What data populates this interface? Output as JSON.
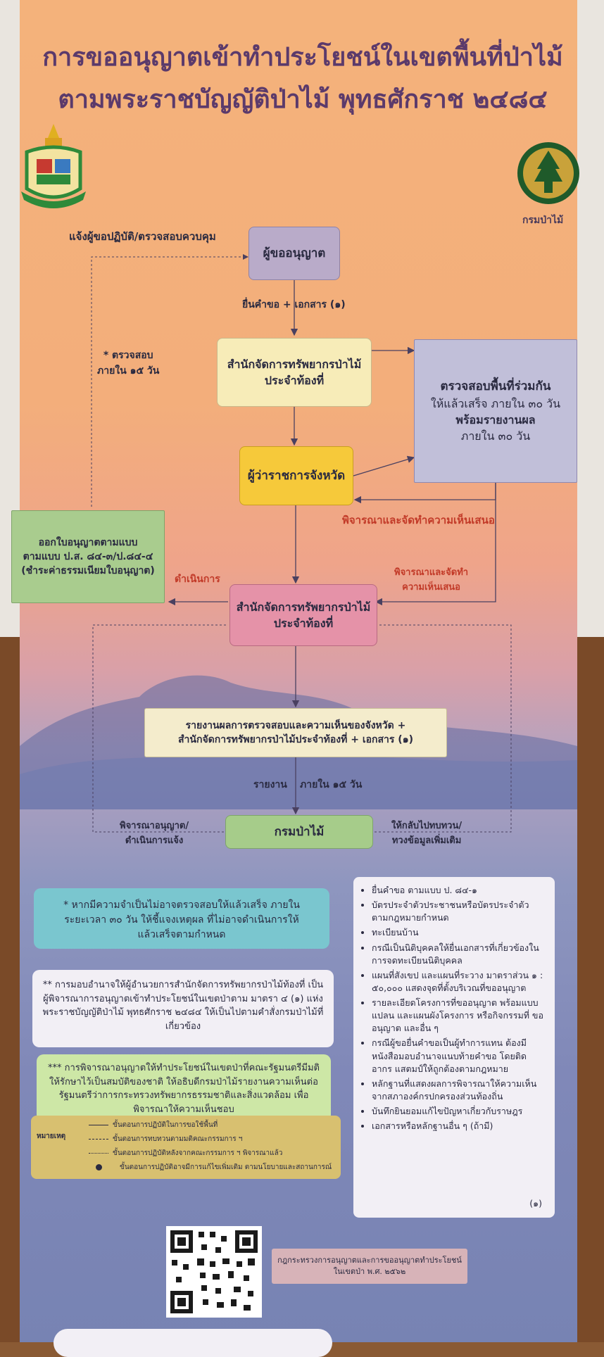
{
  "title": {
    "line1": "การขออนุญาตเข้าทำประโยชน์ในเขตพื้นที่ป่าไม้",
    "line2": "ตามพระราชบัญญัติป่าไม้ พุทธศักราช ๒๔๘๔"
  },
  "logo_right_label": "กรมป่าไม้",
  "flow": {
    "applicant": "ผู้ขออนุญาต",
    "submit_label": "ยื่นคำขอ + เอกสาร (๑)",
    "office1_line1": "สำนักจัดการทรัพยากรป่าไม้",
    "office1_line2": "ประจำท้องที่",
    "inspect_line1": "ตรวจสอบพื้นที่ร่วมกัน",
    "inspect_line2": "ให้แล้วเสร็จ ภายใน ๓๐ วัน",
    "inspect_line3": "พร้อมรายงานผล",
    "inspect_line4": "ภายใน ๓๐ วัน",
    "governor": "ผู้ว่าราชการจังหวัด",
    "consider_red": "พิจารณาและจัดทำความเห็นเสนอ",
    "consider_red2_line1": "พิจารณาและจัดทำ",
    "consider_red2_line2": "ความเห็นเสนอ",
    "notify_label": "แจ้งผู้ขอปฏิบัติ/ตรวจสอบควบคุม",
    "check_label_line1": "* ตรวจสอบ",
    "check_label_line2": "ภายใน ๑๕ วัน",
    "permit_line1": "ออกใบอนุญาตตามแบบ",
    "permit_line2": "ตามแบบ ป.ส. ๘๔-๓/ป.๘๔-๔",
    "permit_line3": "(ชำระค่าธรรมเนียมใบอนุญาต)",
    "proceed_label": "ดำเนินการ",
    "office2_line1": "สำนักจัดการทรัพยากรป่าไม้",
    "office2_line2": "ประจำท้องที่",
    "report_line1": "รายงานผลการตรวจสอบและความเห็นของจังหวัด +",
    "report_line2": "สำนักจัดการทรัพยากรป่าไม้ประจำท้องที่ + เอกสาร (๑)",
    "report_label_a": "รายงาน",
    "report_label_b": "ภายใน ๑๕ วัน",
    "dept": "กรมป่าไม้",
    "left_dept_line1": "พิจารณาอนุญาต/",
    "left_dept_line2": "ดำเนินการแจ้ง",
    "right_dept_line1": "ให้กลับไปทบทวน/",
    "right_dept_line2": "ทวงข้อมูลเพิ่มเติม"
  },
  "notes": {
    "note1": "* หากมีความจำเป็นไม่อาจตรวจสอบให้แล้วเสร็จ ภายในระยะเวลา ๓๐ วัน ให้ชี้แจงเหตุผล ที่ไม่อาจดำเนินการให้แล้วเสร็จตามกำหนด",
    "note2": "** การมอบอำนาจให้ผู้อำนวยการสำนักจัดการทรัพยากรป่าไม้ท้องที่ เป็นผู้พิจารณาการอนุญาตเข้าทำประโยชน์ในเขตป่าตาม มาตรา ๔ (๑) แห่งพระราชบัญญัติป่าไม้ พุทธศักราช ๒๔๘๔ ให้เป็นไปตามคำสั่งกรมป่าไม้ที่เกี่ยวข้อง",
    "note3": "*** การพิจารณาอนุญาตให้ทำประโยชน์ในเขตป่าที่คณะรัฐมนตรีมีมติให้รักษาไว้เป็นสมบัติของชาติ ให้อธิบดีกรมป่าไม้รายงานความเห็นต่อรัฐมนตรีว่าการกระทรวงทรัพยากรธรรมชาติและสิ่งแวดล้อม เพื่อพิจารณาให้ความเห็นชอบ"
  },
  "documents": [
    "ยื่นคำขอ ตามแบบ ป. ๘๔-๑",
    "บัตรประจำตัวประชาชนหรือบัตรประจำตัว ตามกฎหมายกำหนด",
    "ทะเบียนบ้าน",
    "กรณีเป็นนิติบุคคลให้ยื่นเอกสารที่เกี่ยวข้องใน การจดทะเบียนนิติบุคคล",
    "แผนที่สังเขป และแผนที่ระวาง มาตราส่วน ๑ : ๕๐,๐๐๐ แสดงจุดที่ตั้งบริเวณที่ขออนุญาต",
    "รายละเอียดโครงการที่ขออนุญาต พร้อมแบบ แปลน และแผนผังโครงการ หรือกิจกรรมที่ ขออนุญาต และอื่น ๆ",
    "กรณีผู้ขอยื่นคำขอเป็นผู้ทำการแทน ต้องมี หนังสือมอบอำนาจแนบท้ายคำขอ โดยติดอากร แสตมป์ให้ถูกต้องตามกฎหมาย",
    "หลักฐานที่แสดงผลการพิจารณาให้ความเห็น จากสภาองค์กรปกครองส่วนท้องถิ่น",
    "บันทึกยินยอมแก้ไขปัญหาเกี่ยวกับราษฎร",
    "เอกสารหรือหลักฐานอื่น ๆ (ถ้ามี)"
  ],
  "documents_footnote": "(๑)",
  "legend": {
    "title": "หมายเหตุ",
    "items": [
      "ขั้นตอนการปฏิบัติในการขอใช้พื้นที่",
      "ขั้นตอนการทบทวนตามมติคณะกรรมการ ฯ",
      "ขั้นตอนการปฏิบัติหลังจากคณะกรรมการ ฯ พิจารณาแล้ว",
      "ขั้นตอนการปฏิบัติอาจมีการแก้ไขเพิ่มเติม ตามนโยบายและสถานการณ์"
    ]
  },
  "regulation_line1": "กฎกระทรวงการอนุญาตและการขออนุญาตทำประโยชน์",
  "regulation_line2": "ในเขตป่า พ.ศ. ๒๕๖๒"
}
